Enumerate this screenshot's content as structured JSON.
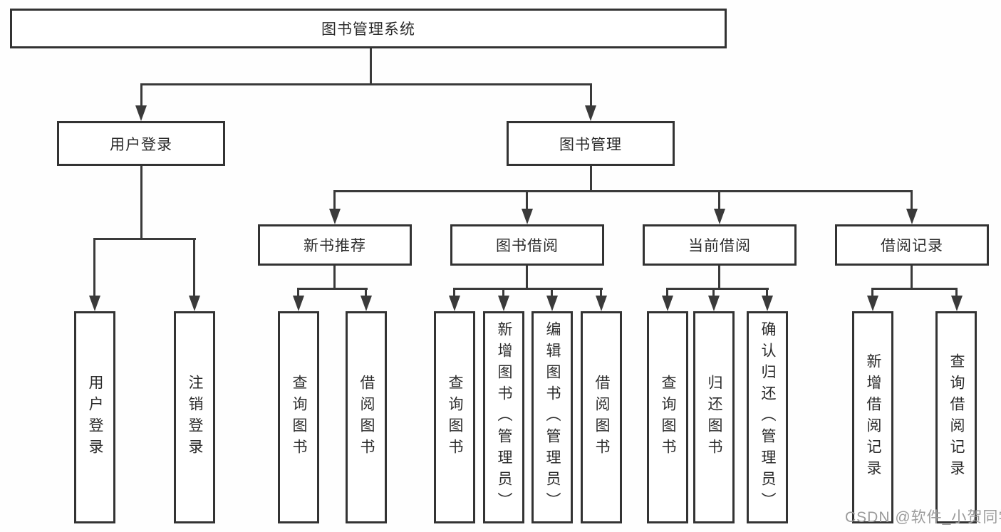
{
  "colors": {
    "line": "#3a3a3a",
    "box_border": "#333333",
    "box_background": "#ffffff",
    "text": "#2b2b2b",
    "watermark": "#9b9b9b"
  },
  "tree": {
    "root": "图书管理系统",
    "level2": [
      {
        "label": "用户登录",
        "children": [
          "用户登录",
          "注销登录"
        ]
      },
      {
        "label": "图书管理",
        "children": [
          {
            "label": "新书推荐",
            "children": [
              "查询图书",
              "借阅图书"
            ]
          },
          {
            "label": "图书借阅",
            "children": [
              "查询图书",
              "新增图书（管理员）",
              "编辑图书（管理员）",
              "借阅图书"
            ]
          },
          {
            "label": "当前借阅",
            "children": [
              "查询图书",
              "归还图书",
              "确认归还（管理员）"
            ]
          },
          {
            "label": "借阅记录",
            "children": [
              "新增借阅记录",
              "查询借阅记录"
            ]
          }
        ]
      }
    ]
  },
  "watermark": "CSDN @软件_小贺同学"
}
